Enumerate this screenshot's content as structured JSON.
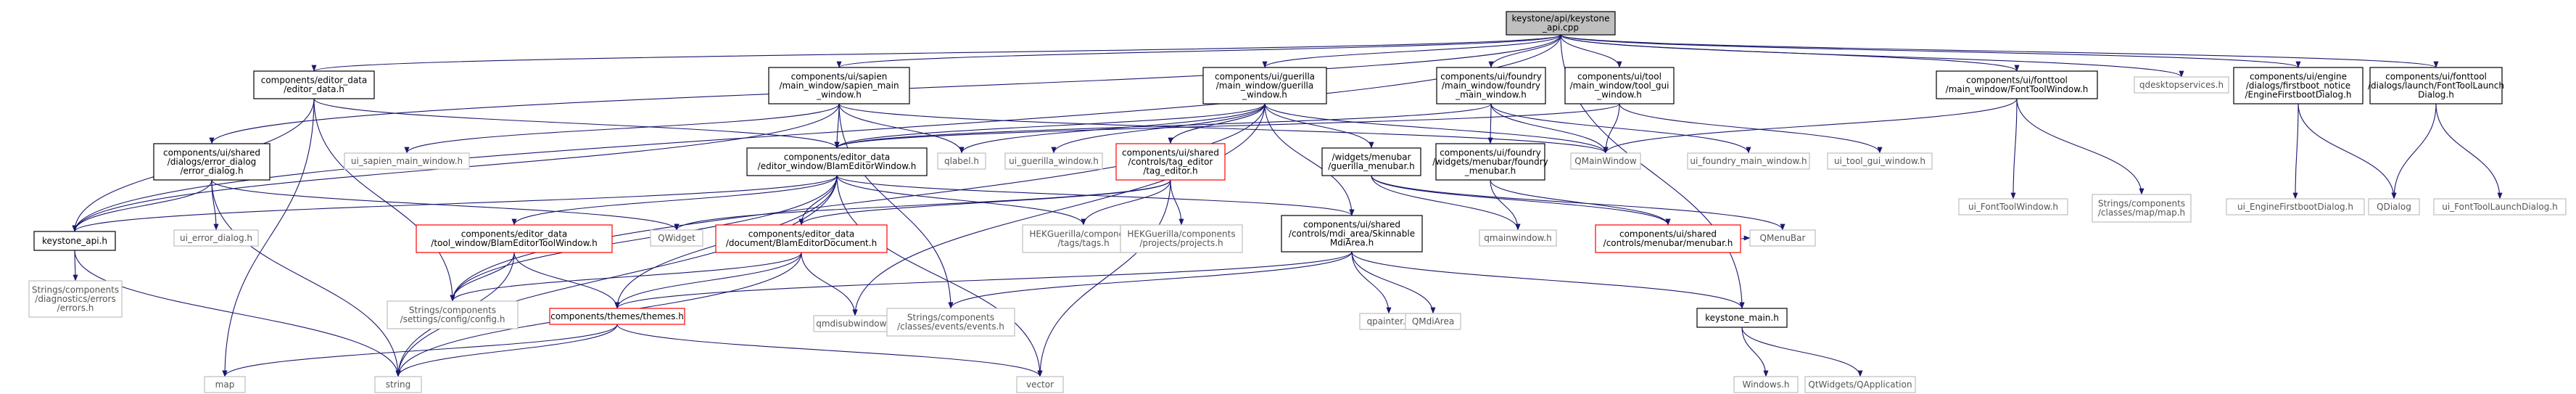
{
  "title": "keystone/api/keystone_api.cpp",
  "colors": {
    "edge": "#191970",
    "root_fill": "#bfbfbf",
    "normal_stroke": "#000000",
    "highlight_stroke": "#ff0000",
    "external_stroke": "#bfbfbf",
    "external_text": "#555555",
    "node_fill": "#ffffff"
  },
  "nodes": [
    {
      "id": "root",
      "lines": [
        "keystone/api/keystone",
        "_api.cpp"
      ],
      "style": "root"
    },
    {
      "id": "editor_data_h",
      "lines": [
        "components/editor_data",
        "/editor_data.h"
      ],
      "style": "normal"
    },
    {
      "id": "sapien_main_window",
      "lines": [
        "components/ui/sapien",
        "/main_window/sapien_main",
        "_window.h"
      ],
      "style": "normal"
    },
    {
      "id": "guerilla_main_window",
      "lines": [
        "components/ui/guerilla",
        "/main_window/guerilla",
        "_window.h"
      ],
      "style": "normal"
    },
    {
      "id": "foundry_main_window",
      "lines": [
        "components/ui/foundry",
        "/main_window/foundry",
        "_main_window.h"
      ],
      "style": "normal"
    },
    {
      "id": "tool_gui_window",
      "lines": [
        "components/ui/tool",
        "/main_window/tool_gui",
        "_window.h"
      ],
      "style": "normal"
    },
    {
      "id": "fonttool_window",
      "lines": [
        "components/ui/fonttool",
        "/main_window/FontToolWindow.h"
      ],
      "style": "normal"
    },
    {
      "id": "qdesktopservices",
      "lines": [
        "qdesktopservices.h"
      ],
      "style": "external"
    },
    {
      "id": "firstboot_dialog",
      "lines": [
        "components/ui/engine",
        "/dialogs/firstboot_notice",
        "/EngineFirstbootDialog.h"
      ],
      "style": "normal"
    },
    {
      "id": "fonttool_launch",
      "lines": [
        "components/ui/fonttool",
        "/dialogs/launch/FontToolLaunch",
        "Dialog.h"
      ],
      "style": "normal"
    },
    {
      "id": "error_dialog",
      "lines": [
        "components/ui/shared",
        "/dialogs/error_dialog",
        "/error_dialog.h"
      ],
      "style": "normal"
    },
    {
      "id": "ui_sapien_main_window",
      "lines": [
        "ui_sapien_main_window.h"
      ],
      "style": "external"
    },
    {
      "id": "blam_editor_window",
      "lines": [
        "components/editor_data",
        "/editor_window/BlamEditorWindow.h"
      ],
      "style": "normal"
    },
    {
      "id": "qlabel",
      "lines": [
        "qlabel.h"
      ],
      "style": "external"
    },
    {
      "id": "ui_guerilla_window",
      "lines": [
        "ui_guerilla_window.h"
      ],
      "style": "external"
    },
    {
      "id": "tag_editor",
      "lines": [
        "components/ui/shared",
        "/controls/tag_editor",
        "/tag_editor.h"
      ],
      "style": "highlight"
    },
    {
      "id": "guerilla_menubar",
      "lines": [
        "/widgets/menubar",
        "/guerilla_menubar.h"
      ],
      "style": "normal"
    },
    {
      "id": "foundry_menubar",
      "lines": [
        "components/ui/foundry",
        "/widgets/menubar/foundry",
        "_menubar.h"
      ],
      "style": "normal"
    },
    {
      "id": "qmainwindow",
      "lines": [
        "QMainWindow"
      ],
      "style": "external"
    },
    {
      "id": "ui_foundry_main_window",
      "lines": [
        "ui_foundry_main_window.h"
      ],
      "style": "external"
    },
    {
      "id": "ui_tool_gui_window",
      "lines": [
        "ui_tool_gui_window.h"
      ],
      "style": "external"
    },
    {
      "id": "ui_fonttoolwindow",
      "lines": [
        "ui_FontToolWindow.h"
      ],
      "style": "external"
    },
    {
      "id": "strings_map",
      "lines": [
        "Strings/components",
        "/classes/map/map.h"
      ],
      "style": "external"
    },
    {
      "id": "ui_firstboot",
      "lines": [
        "ui_EngineFirstbootDialog.h"
      ],
      "style": "external"
    },
    {
      "id": "qdialog",
      "lines": [
        "QDialog"
      ],
      "style": "external"
    },
    {
      "id": "ui_fonttoollaunch",
      "lines": [
        "ui_FontToolLaunchDialog.h"
      ],
      "style": "external"
    },
    {
      "id": "keystone_api_h",
      "lines": [
        "keystone_api.h"
      ],
      "style": "normal"
    },
    {
      "id": "ui_error_dialog",
      "lines": [
        "ui_error_dialog.h"
      ],
      "style": "external"
    },
    {
      "id": "qwidget",
      "lines": [
        "QWidget"
      ],
      "style": "external"
    },
    {
      "id": "tool_window",
      "lines": [
        "components/editor_data",
        "/tool_window/BlamEditorToolWindow.h"
      ],
      "style": "highlight"
    },
    {
      "id": "blam_editor_document",
      "lines": [
        "components/editor_data",
        "/document/BlamEditorDocument.h"
      ],
      "style": "highlight"
    },
    {
      "id": "hek_tags",
      "lines": [
        "HEKGuerilla/components",
        "/tags/tags.h"
      ],
      "style": "external"
    },
    {
      "id": "hek_projects",
      "lines": [
        "HEKGuerilla/components",
        "/projects/projects.h"
      ],
      "style": "external"
    },
    {
      "id": "mdi_area",
      "lines": [
        "components/ui/shared",
        "/controls/mdi_area/Skinnable",
        "MdiArea.h"
      ],
      "style": "normal"
    },
    {
      "id": "qmainwindow_h",
      "lines": [
        "qmainwindow.h"
      ],
      "style": "external"
    },
    {
      "id": "menubar_h",
      "lines": [
        "components/ui/shared",
        "/controls/menubar/menubar.h"
      ],
      "style": "highlight"
    },
    {
      "id": "qmenubar",
      "lines": [
        "QMenuBar"
      ],
      "style": "external"
    },
    {
      "id": "strings_errors",
      "lines": [
        "Strings/components",
        "/diagnostics/errors",
        "/errors.h"
      ],
      "style": "external"
    },
    {
      "id": "strings_config",
      "lines": [
        "Strings/components",
        "/settings/config/config.h"
      ],
      "style": "external"
    },
    {
      "id": "themes_h",
      "lines": [
        "components/themes/themes.h"
      ],
      "style": "highlight"
    },
    {
      "id": "qmdisubwindow",
      "lines": [
        "qmdisubwindow.h"
      ],
      "style": "external"
    },
    {
      "id": "strings_events",
      "lines": [
        "Strings/components",
        "/classes/events/events.h"
      ],
      "style": "external"
    },
    {
      "id": "qpainter",
      "lines": [
        "qpainter.h"
      ],
      "style": "external"
    },
    {
      "id": "qmdiarea",
      "lines": [
        "QMdiArea"
      ],
      "style": "external"
    },
    {
      "id": "keystone_main_h",
      "lines": [
        "keystone_main.h"
      ],
      "style": "normal"
    },
    {
      "id": "map",
      "lines": [
        "map"
      ],
      "style": "external"
    },
    {
      "id": "string",
      "lines": [
        "string"
      ],
      "style": "external"
    },
    {
      "id": "vector",
      "lines": [
        "vector"
      ],
      "style": "external"
    },
    {
      "id": "windows_h",
      "lines": [
        "Windows.h"
      ],
      "style": "external"
    },
    {
      "id": "qtwidgets_qapplication",
      "lines": [
        "QtWidgets/QApplication"
      ],
      "style": "external"
    }
  ],
  "edges": [
    [
      "root",
      "editor_data_h"
    ],
    [
      "root",
      "sapien_main_window"
    ],
    [
      "root",
      "guerilla_main_window"
    ],
    [
      "root",
      "foundry_main_window"
    ],
    [
      "root",
      "tool_gui_window"
    ],
    [
      "root",
      "fonttool_window"
    ],
    [
      "root",
      "qdesktopservices"
    ],
    [
      "root",
      "firstboot_dialog"
    ],
    [
      "root",
      "fonttool_launch"
    ],
    [
      "root",
      "error_dialog"
    ],
    [
      "root",
      "keystone_api_h"
    ],
    [
      "root",
      "keystone_main_h"
    ],
    [
      "editor_data_h",
      "keystone_api_h"
    ],
    [
      "editor_data_h",
      "blam_editor_window"
    ],
    [
      "editor_data_h",
      "strings_config"
    ],
    [
      "editor_data_h",
      "map"
    ],
    [
      "sapien_main_window",
      "ui_sapien_main_window"
    ],
    [
      "sapien_main_window",
      "blam_editor_window"
    ],
    [
      "sapien_main_window",
      "qlabel"
    ],
    [
      "sapien_main_window",
      "qmainwindow"
    ],
    [
      "sapien_main_window",
      "keystone_api_h"
    ],
    [
      "sapien_main_window",
      "strings_events"
    ],
    [
      "guerilla_main_window",
      "blam_editor_window"
    ],
    [
      "guerilla_main_window",
      "qlabel"
    ],
    [
      "guerilla_main_window",
      "ui_guerilla_window"
    ],
    [
      "guerilla_main_window",
      "tag_editor"
    ],
    [
      "guerilla_main_window",
      "guerilla_menubar"
    ],
    [
      "guerilla_main_window",
      "qmainwindow"
    ],
    [
      "guerilla_main_window",
      "mdi_area"
    ],
    [
      "guerilla_main_window",
      "qmdisubwindow"
    ],
    [
      "guerilla_main_window",
      "strings_config"
    ],
    [
      "foundry_main_window",
      "blam_editor_window"
    ],
    [
      "foundry_main_window",
      "foundry_menubar"
    ],
    [
      "foundry_main_window",
      "qmainwindow"
    ],
    [
      "foundry_main_window",
      "ui_foundry_main_window"
    ],
    [
      "tool_gui_window",
      "blam_editor_window"
    ],
    [
      "tool_gui_window",
      "qmainwindow"
    ],
    [
      "tool_gui_window",
      "ui_tool_gui_window"
    ],
    [
      "fonttool_window",
      "qmainwindow"
    ],
    [
      "fonttool_window",
      "ui_fonttoolwindow"
    ],
    [
      "fonttool_window",
      "strings_map"
    ],
    [
      "firstboot_dialog",
      "ui_firstboot"
    ],
    [
      "firstboot_dialog",
      "qdialog"
    ],
    [
      "fonttool_launch",
      "qdialog"
    ],
    [
      "fonttool_launch",
      "ui_fonttoollaunch"
    ],
    [
      "error_dialog",
      "keystone_api_h"
    ],
    [
      "error_dialog",
      "ui_error_dialog"
    ],
    [
      "error_dialog",
      "qwidget"
    ],
    [
      "error_dialog",
      "string"
    ],
    [
      "blam_editor_window",
      "keystone_api_h"
    ],
    [
      "blam_editor_window",
      "tool_window"
    ],
    [
      "blam_editor_window",
      "blam_editor_document"
    ],
    [
      "blam_editor_window",
      "hek_tags"
    ],
    [
      "blam_editor_window",
      "mdi_area"
    ],
    [
      "blam_editor_window",
      "themes_h"
    ],
    [
      "blam_editor_window",
      "strings_config"
    ],
    [
      "blam_editor_window",
      "string"
    ],
    [
      "blam_editor_window",
      "vector"
    ],
    [
      "tag_editor",
      "blam_editor_document"
    ],
    [
      "tag_editor",
      "hek_tags"
    ],
    [
      "tag_editor",
      "hek_projects"
    ],
    [
      "tag_editor",
      "qwidget"
    ],
    [
      "tag_editor",
      "vector"
    ],
    [
      "guerilla_menubar",
      "qmainwindow_h"
    ],
    [
      "guerilla_menubar",
      "menubar_h"
    ],
    [
      "guerilla_menubar",
      "qmenubar"
    ],
    [
      "foundry_menubar",
      "qmainwindow_h"
    ],
    [
      "foundry_menubar",
      "menubar_h"
    ],
    [
      "menubar_h",
      "qmenubar"
    ],
    [
      "keystone_api_h",
      "strings_errors"
    ],
    [
      "keystone_api_h",
      "string"
    ],
    [
      "tool_window",
      "strings_config"
    ],
    [
      "tool_window",
      "themes_h"
    ],
    [
      "tool_window",
      "string"
    ],
    [
      "blam_editor_document",
      "strings_config"
    ],
    [
      "blam_editor_document",
      "themes_h"
    ],
    [
      "blam_editor_document",
      "qmdisubwindow"
    ],
    [
      "blam_editor_document",
      "string"
    ],
    [
      "mdi_area",
      "qpainter"
    ],
    [
      "mdi_area",
      "qmdiarea"
    ],
    [
      "mdi_area",
      "keystone_main_h"
    ],
    [
      "mdi_area",
      "themes_h"
    ],
    [
      "mdi_area",
      "strings_events"
    ],
    [
      "themes_h",
      "map"
    ],
    [
      "themes_h",
      "string"
    ],
    [
      "themes_h",
      "vector"
    ],
    [
      "keystone_main_h",
      "windows_h"
    ],
    [
      "keystone_main_h",
      "qtwidgets_qapplication"
    ]
  ]
}
